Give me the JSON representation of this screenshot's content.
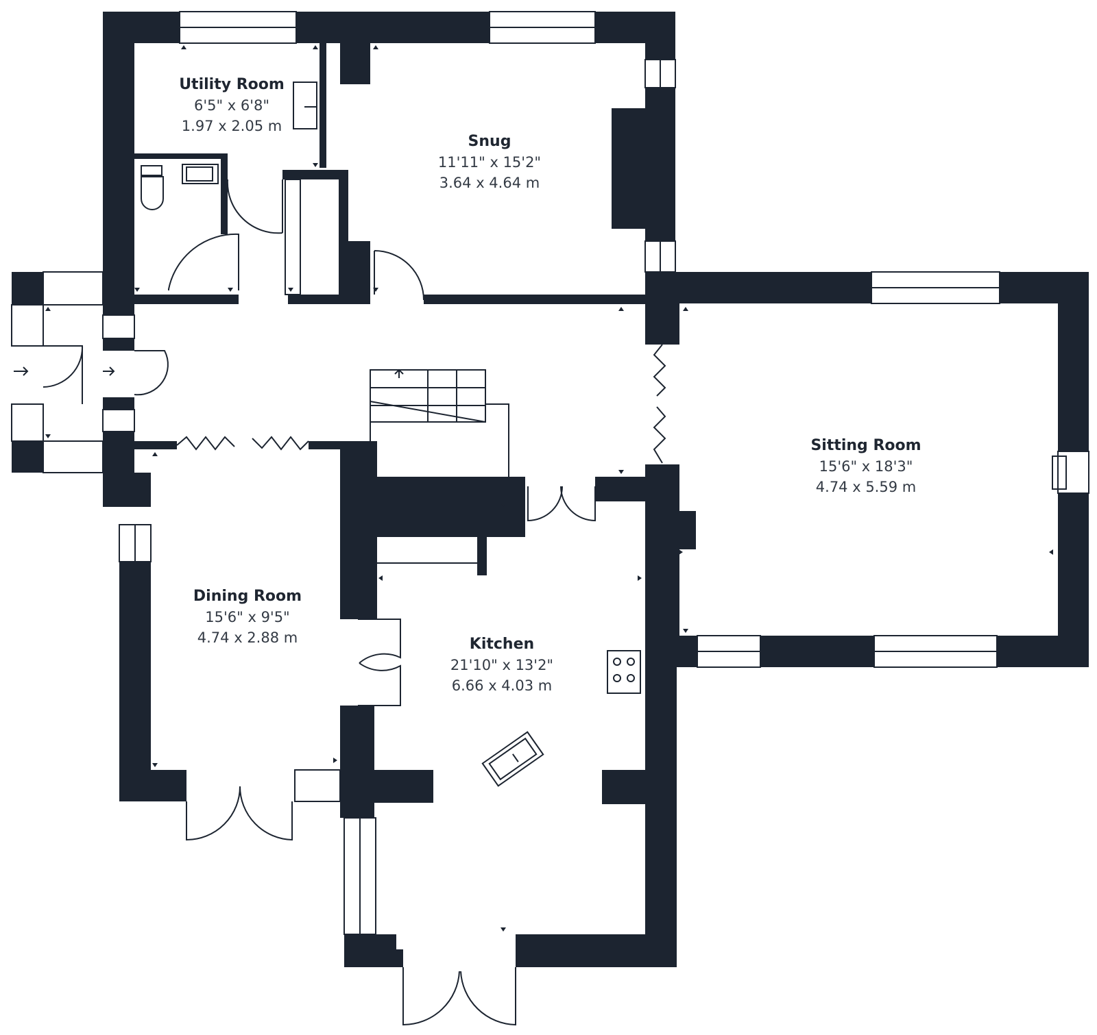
{
  "rooms": {
    "utility": {
      "name": "Utility Room",
      "imperial": "6'5\" x 6'8\"",
      "metric": "1.97 x 2.05 m"
    },
    "snug": {
      "name": "Snug",
      "imperial": "11'11\" x 15'2\"",
      "metric": "3.64 x 4.64 m"
    },
    "sitting": {
      "name": "Sitting Room",
      "imperial": "15'6\" x 18'3\"",
      "metric": "4.74 x 5.59 m"
    },
    "dining": {
      "name": "Dining Room",
      "imperial": "15'6\" x 9'5\"",
      "metric": "4.74 x 2.88 m"
    },
    "kitchen": {
      "name": "Kitchen",
      "imperial": "21'10\" x 13'2\"",
      "metric": "6.66 x 4.03 m"
    }
  },
  "colors": {
    "wall": "#1c2430",
    "background": "#ffffff"
  }
}
